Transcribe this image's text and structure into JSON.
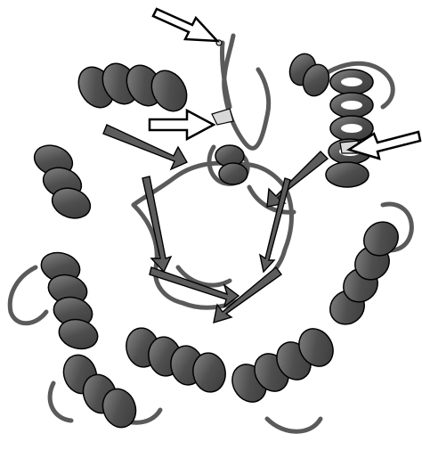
{
  "figure": {
    "subject": "protein-ribbon-structure",
    "style": "grayscale-cartoon",
    "background_color": "#ffffff",
    "helix_color": "#4e4e4e",
    "helix_highlight_color": "#8a8a8a",
    "outline_color": "#000000",
    "loop_color": "#5a5a5a",
    "marked_site_color": "#d8d8d8",
    "arrows": [
      {
        "name": "top-arrow",
        "icon": "hollow-arrow-icon",
        "points_to": "loop-tip"
      },
      {
        "name": "left-arrow",
        "icon": "hollow-arrow-icon",
        "points_to": "marked-site"
      },
      {
        "name": "right-arrow",
        "icon": "hollow-arrow-icon",
        "points_to": "marked-site"
      }
    ]
  }
}
